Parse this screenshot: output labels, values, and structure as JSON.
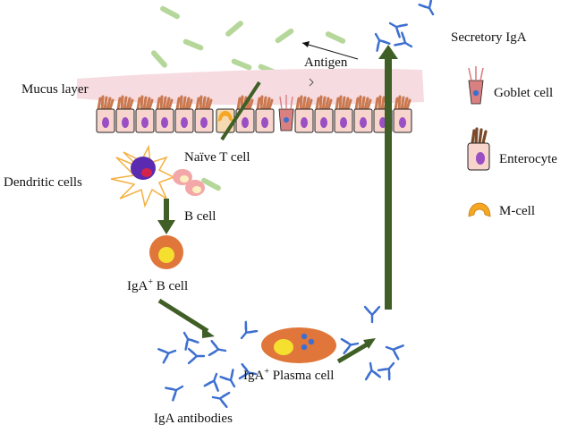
{
  "labels": {
    "secretory_iga": "Secretory IgA",
    "antigen": "Antigen",
    "mucus_layer": "Mucus layer",
    "naive_t_cell": "Naïve T cell",
    "dendritic_cells": "Dendritic cells",
    "b_cell": "B cell",
    "iga_b_cell_prefix": "IgA",
    "iga_b_cell_suffix": " B cell",
    "iga_plasma_prefix": "IgA",
    "iga_plasma_suffix": " Plasma cell",
    "plus": "+",
    "iga_antibodies": "IgA antibodies"
  },
  "legend": {
    "goblet_cell": "Goblet cell",
    "enterocyte": "Enterocyte",
    "m_cell": "M-cell"
  },
  "colors": {
    "antibody": "#3d6fd0",
    "arrow": "#3f5f26",
    "antigen": "#b6d79a",
    "mucus": "#f6dbe0",
    "enterocyte_body": "#f7d4cc",
    "enterocyte_brush": "#c9784f",
    "nucleus": "#9a4fc4",
    "m_cell": "#f5a623",
    "goblet": "#d98080",
    "dendritic": "#f5b040",
    "plasma": "#e0763a"
  },
  "icons": [
    "antibody-icon",
    "antigen-rod-icon",
    "goblet-cell-icon",
    "enterocyte-icon",
    "m-cell-icon",
    "dendritic-cell-icon",
    "b-cell-icon",
    "plasma-cell-icon"
  ]
}
